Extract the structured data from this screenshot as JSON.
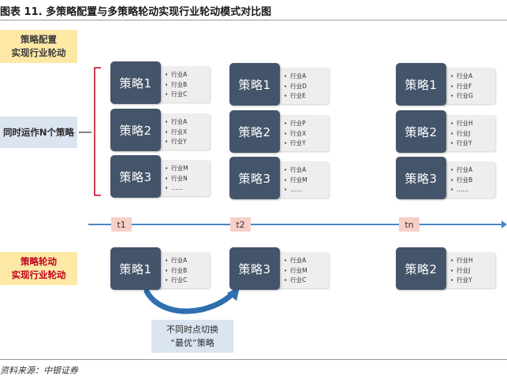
{
  "title": "图表 11. 多策略配置与多策略轮动实现行业轮动模式对比图",
  "source": "资料来源：中银证券",
  "top_label": [
    "策略配置",
    "实现行业轮动"
  ],
  "middle_label": "同时运作N个策略",
  "bottom_label": [
    "策略轮动",
    "实现行业轮动"
  ],
  "timeline": [
    "t1",
    "t2",
    "tn"
  ],
  "switch_label": [
    "不同时点切换",
    "“最优”策略"
  ],
  "columns": [
    {
      "cards": [
        {
          "name": "策略1",
          "items": [
            "行业A",
            "行业B",
            "行业C"
          ]
        },
        {
          "name": "策略2",
          "items": [
            "行业A",
            "行业X",
            "行业Y"
          ]
        },
        {
          "name": "策略3",
          "items": [
            "行业M",
            "行业N",
            "……"
          ]
        }
      ]
    },
    {
      "cards": [
        {
          "name": "策略1",
          "items": [
            "行业A",
            "行业D",
            "行业E"
          ]
        },
        {
          "name": "策略2",
          "items": [
            "行业P",
            "行业X",
            "行业Y"
          ]
        },
        {
          "name": "策略3",
          "items": [
            "行业A",
            "行业M",
            "……"
          ]
        }
      ]
    },
    {
      "cards": [
        {
          "name": "策略1",
          "items": [
            "行业A",
            "行业F",
            "行业G"
          ]
        },
        {
          "name": "策略2",
          "items": [
            "行业H",
            "行业J",
            "行业Y"
          ]
        },
        {
          "name": "策略3",
          "items": [
            "行业A",
            "行业B",
            "……"
          ]
        }
      ]
    }
  ],
  "bottom_cards": [
    {
      "name": "策略1",
      "items": [
        "行业A",
        "行业B",
        "行业C"
      ]
    },
    {
      "name": "策略3",
      "items": [
        "行业A",
        "行业M",
        "行业C"
      ]
    },
    {
      "name": "策略2",
      "items": [
        "行业H",
        "行业J",
        "行业Y"
      ]
    }
  ]
}
